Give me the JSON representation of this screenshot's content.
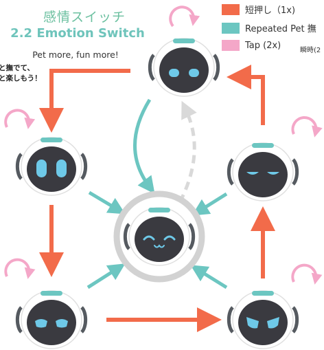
{
  "header": {
    "title_jp": "感情スイッチ",
    "title_en": "2.2 Emotion Switch",
    "tagline": "Pet more, fun more!",
    "note_line1": "と撫でて、",
    "note_line2": "と楽しもう！"
  },
  "legend": {
    "items": [
      {
        "label": "短押し（1x)",
        "color": "#f26b4a"
      },
      {
        "label": "Repeated Pet 撫",
        "color": "#6cc6c1"
      },
      {
        "label": "Tap (2x)",
        "color": "#f4a7c8"
      }
    ],
    "extra": "瞬時(2"
  },
  "colors": {
    "short_press": "#f26b4a",
    "repeated_pet": "#6cc6c1",
    "tap": "#f4a7c8",
    "dashed": "#d9d9d9",
    "robot_face": "#3a3a40",
    "eye": "#6ec9e8",
    "ear": "#555a60"
  },
  "robots": [
    {
      "id": "top",
      "expression": "sleepy-eyes"
    },
    {
      "id": "left",
      "expression": "round-eyes"
    },
    {
      "id": "right",
      "expression": "half-closed-eyes"
    },
    {
      "id": "center",
      "expression": "happy-smile"
    },
    {
      "id": "bottom-left",
      "expression": "sad-eyes"
    },
    {
      "id": "bottom-right",
      "expression": "angry-eyes"
    }
  ]
}
